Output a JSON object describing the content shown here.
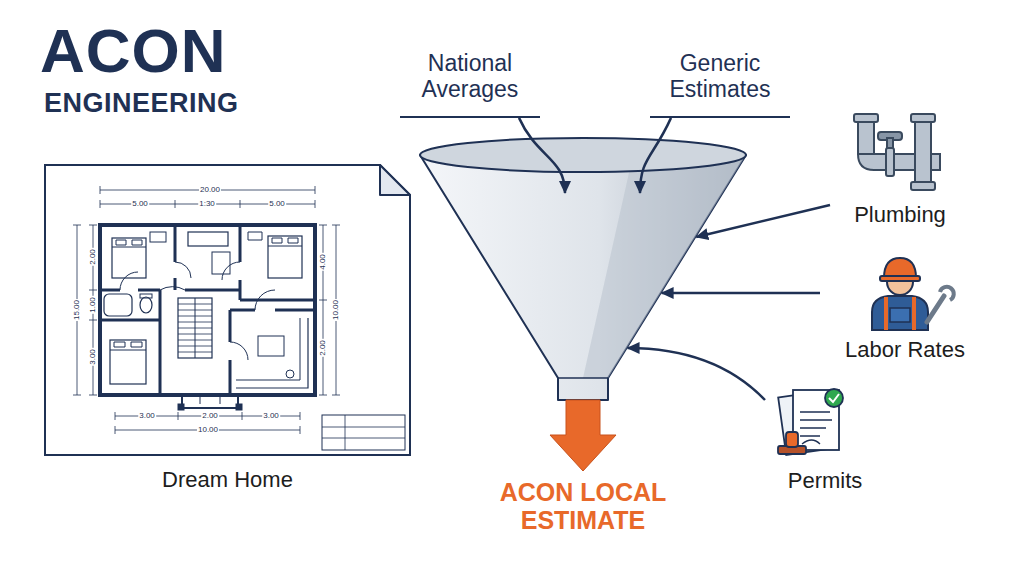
{
  "diagram": {
    "title": "ACON",
    "nodes": [
      {
        "text": [
          "Dream Home"
        ]
      },
      {
        "text": [
          "National Averages"
        ]
      },
      {
        "text": [
          "Generic Estimates"
        ]
      },
      {
        "text": [
          "ACON LOCAL ESTIMATE"
        ]
      },
      {
        "text": [
          "Plumbing"
        ]
      },
      {
        "text": [
          "Labor Rates"
        ]
      },
      {
        "text": [
          "Permits"
        ]
      }
    ],
    "edges": [
      {
        "from": 1,
        "to": 3,
        "arrow": "to"
      },
      {
        "from": 2,
        "to": 3,
        "arrow": "to"
      },
      {
        "from": 4,
        "to": 3,
        "arrow": "to"
      },
      {
        "from": 5,
        "to": 3,
        "arrow": "to"
      },
      {
        "from": 6,
        "to": 3,
        "arrow": "to"
      }
    ],
    "labels": [
      "ENGINEERING",
      "20.00",
      "5.00",
      "1:30",
      "5.00",
      "2.00",
      "15.00",
      "1.00",
      "3.00",
      "4.00",
      "10.00",
      "2.00",
      "3.00",
      "2.00",
      "3.00",
      "10.00"
    ]
  }
}
